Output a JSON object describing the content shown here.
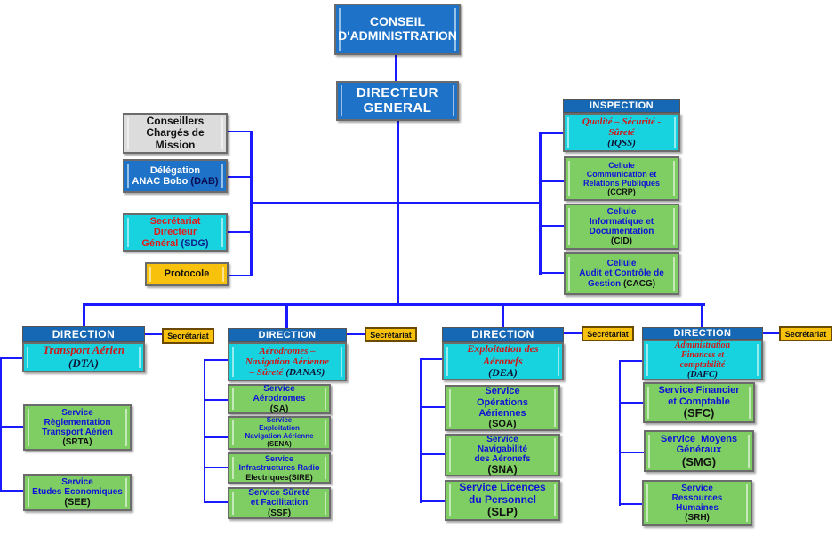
{
  "top": {
    "conseil": [
      "CONSEIL",
      "D'ADMINISTRATION"
    ],
    "directeur": [
      "DIRECTEUR",
      "GENERAL"
    ]
  },
  "left_staff": {
    "conseillers": [
      "Conseillers",
      "Chargés de",
      "Mission"
    ],
    "delegation": {
      "line1": "Délégation",
      "line2": "ANAC Bobo",
      "abbr": "(DAB)"
    },
    "secretariat": {
      "line1": "Secrétariat",
      "line2": "Directeur",
      "line3": "Général",
      "abbr": "(SDG)"
    },
    "protocole": "Protocole"
  },
  "right_staff": {
    "inspection": {
      "header": "INSPECTION",
      "line1": "Qualité – Sécurité -",
      "line2": "Sûreté",
      "abbr": "(IQSS)"
    },
    "ccrp": [
      "Cellule",
      "Communication et",
      "Relations Publiques",
      "(CCRP)"
    ],
    "cid": [
      "Cellule",
      "Informatique et",
      "Documentation",
      "(CID)"
    ],
    "cacg": {
      "line1": "Cellule",
      "line2": "Audit et Contrôle de",
      "line3": "Gestion",
      "abbr": "(CACG)"
    }
  },
  "secretariat_label": "Secrétariat",
  "directions": [
    {
      "header": "DIRECTION",
      "name": [
        "Transport Aérien"
      ],
      "abbr": "(DTA)",
      "services": [
        [
          "Service",
          "Règlementation",
          "Transport Aérien",
          "(SRTA)"
        ],
        [
          "Service",
          "Etudes Economiques",
          "(SEE)"
        ]
      ]
    },
    {
      "header": "DIRECTION",
      "name": [
        "Aérodromes –",
        "Navigation Aérienne",
        "– Sûreté"
      ],
      "abbr": "(DANAS)",
      "services": [
        [
          "Service",
          "Aérodromes",
          "(SA)"
        ],
        [
          "Service",
          "Exploitation",
          "Navigation Aérienne",
          "(SENA)"
        ],
        [
          "Service",
          "Infrastructures Radio",
          "Electriques(SIRE)"
        ],
        [
          "Service Sûreté",
          "et Facilitation",
          "(SSF)"
        ]
      ]
    },
    {
      "header": "DIRECTION",
      "name": [
        "Exploitation des",
        "Aéronefs"
      ],
      "abbr": "(DEA)",
      "services": [
        [
          "Service",
          "Opérations",
          "Aériennes",
          "(SOA)"
        ],
        [
          "Service",
          "Navigabilité",
          "des Aéronefs",
          "(SNA)"
        ],
        [
          "Service Licences",
          "du Personnel",
          "(SLP)"
        ]
      ]
    },
    {
      "header": "DIRECTION",
      "name": [
        "Administration",
        "Finances et",
        "comptabilité"
      ],
      "abbr": "(DAFC)",
      "services": [
        [
          "Service Financier",
          "et Comptable",
          "(SFC)"
        ],
        [
          "Service  Moyens",
          "Généraux",
          "(SMG)"
        ],
        [
          "Service",
          "Ressources",
          "Humaines",
          "(SRH)"
        ]
      ]
    }
  ]
}
